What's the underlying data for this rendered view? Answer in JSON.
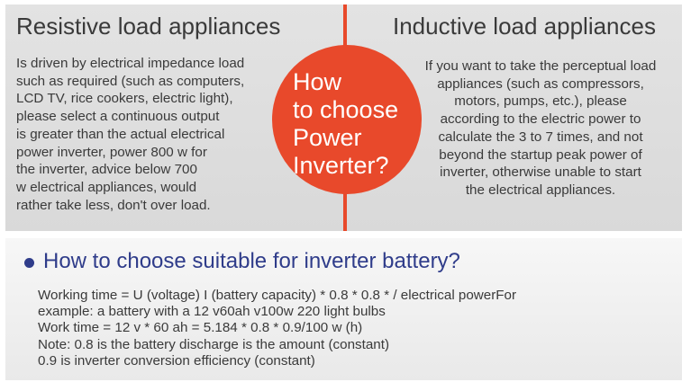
{
  "left": {
    "title": "Resistive load appliances",
    "lines": [
      "Is driven by electrical impedance load",
      "such as required (such as computers,",
      "LCD TV, rice cookers, electric light),",
      "please select a continuous output",
      "is greater than the actual electrical",
      "power inverter, power 800 w for",
      "the inverter, advice below 700",
      "w electrical appliances, would",
      "rather take less, don't over load."
    ]
  },
  "right": {
    "title": "Inductive load appliances",
    "lines": [
      "If you want to take the perceptual load",
      "appliances (such as compressors,",
      "motors, pumps, etc.), please",
      "according to the electric power to",
      "calculate the 3 to 7 times, and not",
      "beyond the startup peak power of",
      "inverter, otherwise unable to start",
      "the electrical appliances."
    ]
  },
  "center": {
    "lines": [
      "How",
      "to choose",
      "Power",
      "Inverter?"
    ]
  },
  "battery": {
    "title": "How to choose suitable for inverter battery?",
    "lines": [
      "Working time = U (voltage) I (battery capacity) * 0.8 * 0.8 * / electrical powerFor",
      "example: a battery with a 12 v60ah v100w 220 light bulbs",
      "Work time = 12 v * 60 ah = 5.184 * 0.8 * 0.9/100 w (h)",
      "Note: 0.8 is the battery discharge is the amount (constant)",
      "0.9 is inverter conversion efficiency (constant)"
    ]
  },
  "colors": {
    "accent": "#e8492b",
    "heading_blue": "#2f3c8a",
    "panel_gray": "#dcdcdc"
  }
}
